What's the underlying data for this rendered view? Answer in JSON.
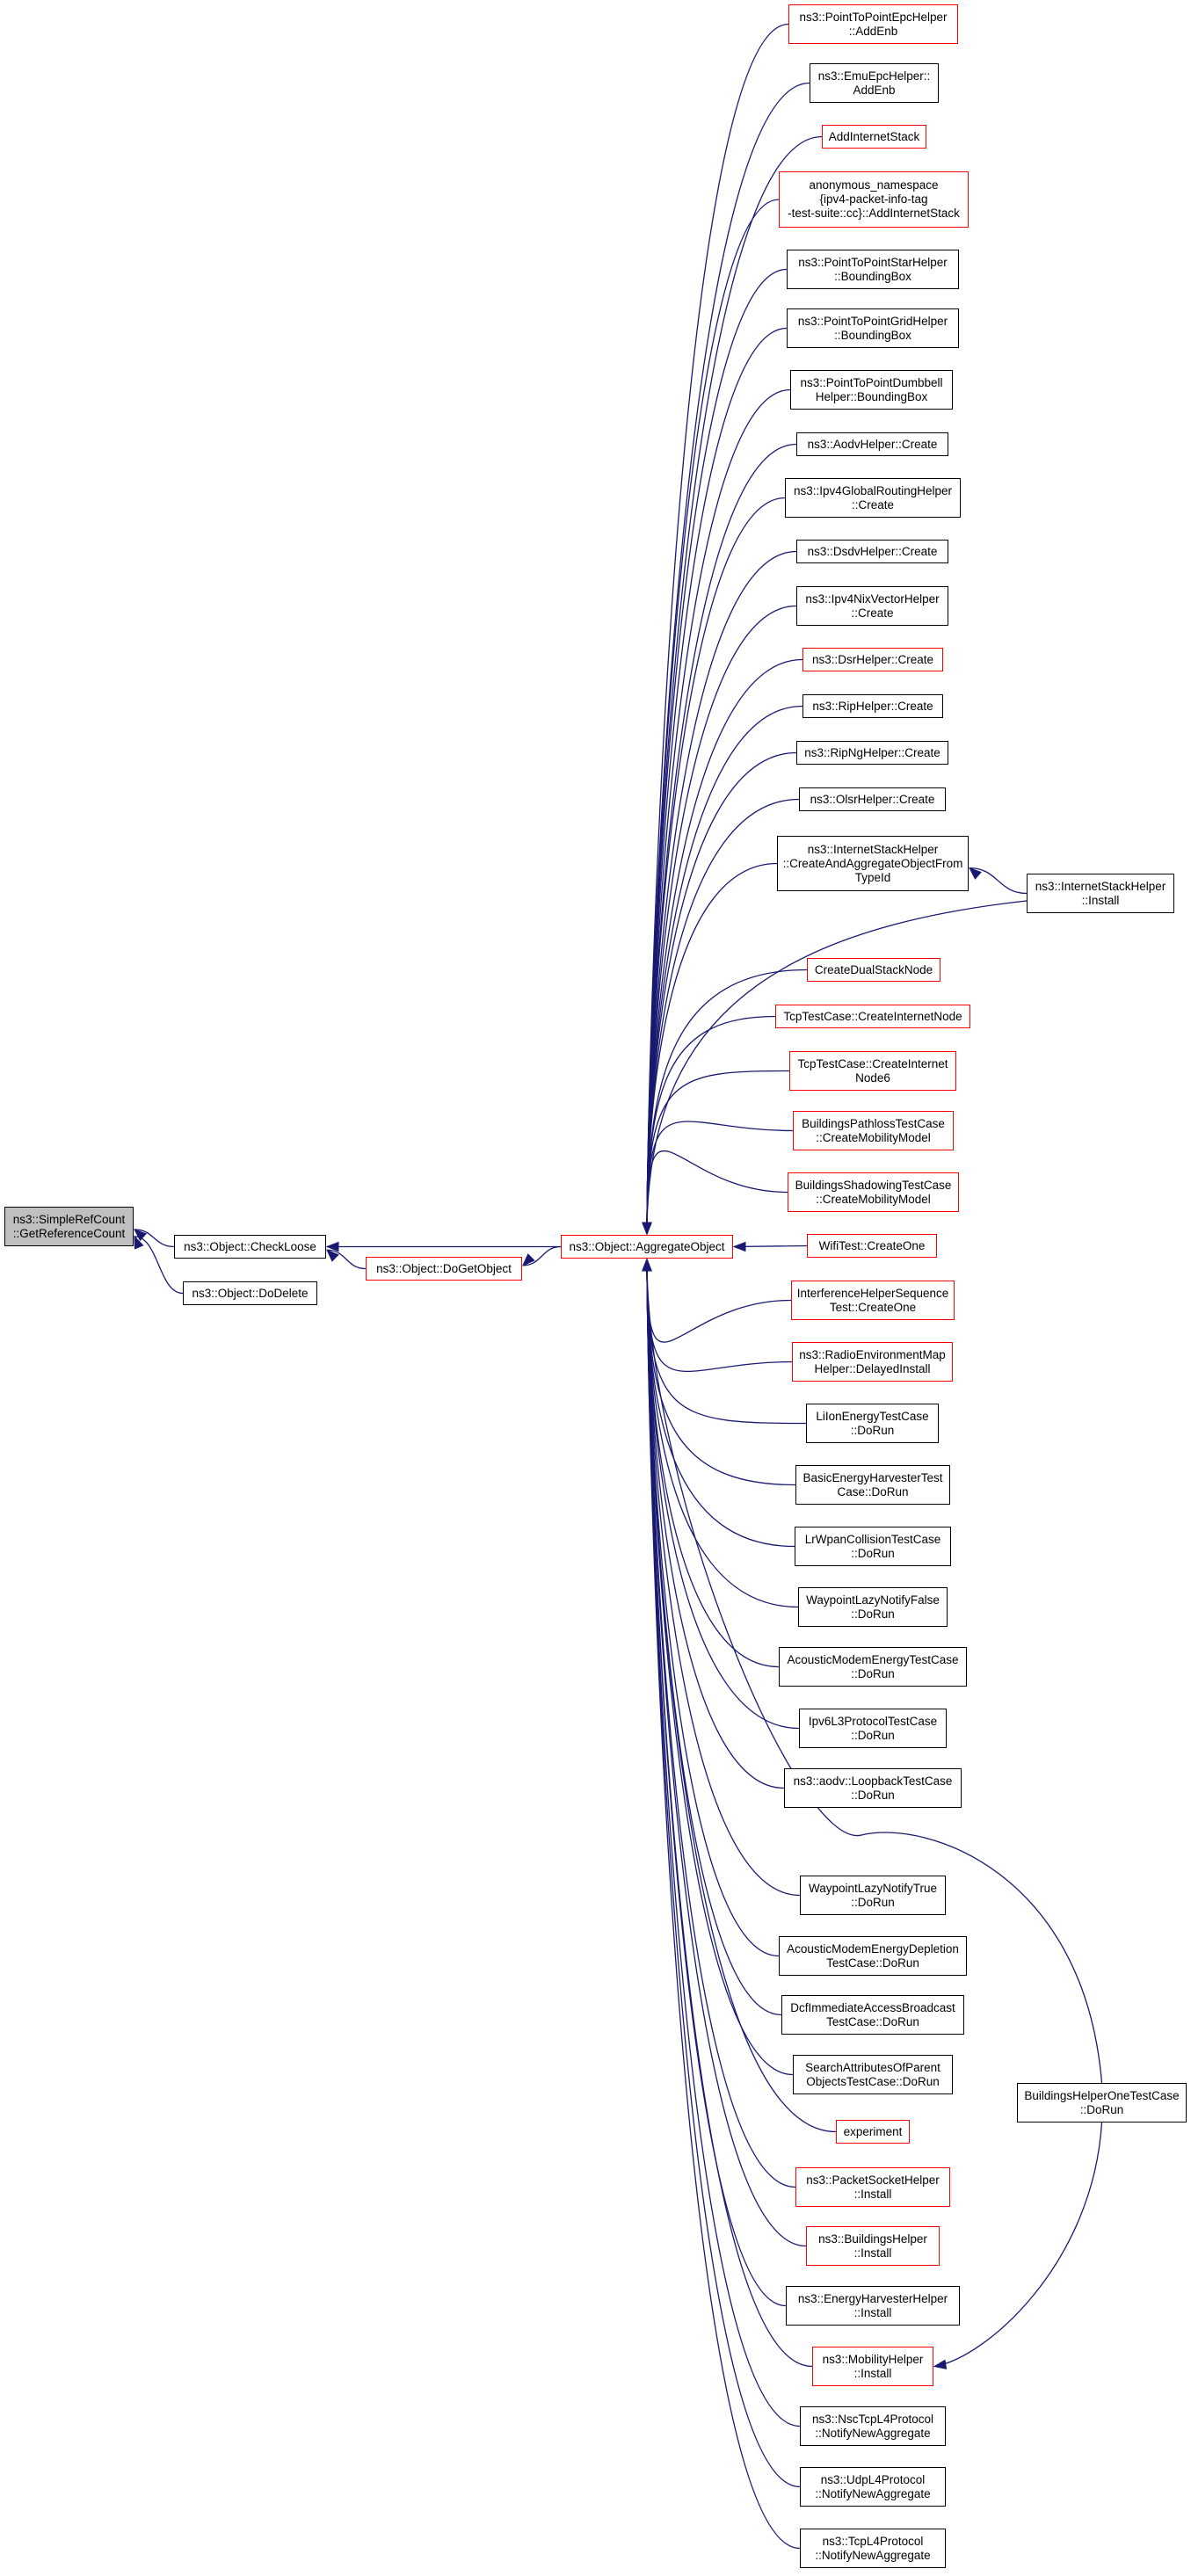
{
  "colors": {
    "edge": "#191970",
    "red_border": "#ff0000",
    "black_border": "#000000",
    "focus_fill": "#bfbfbf"
  },
  "nodes": {
    "getrefcount": {
      "label": "ns3::SimpleRefCount\n::GetReferenceCount",
      "style": "focus"
    },
    "checkloose": {
      "label": "ns3::Object::CheckLoose",
      "style": "black"
    },
    "dodelete": {
      "label": "ns3::Object::DoDelete",
      "style": "black"
    },
    "dogetobject": {
      "label": "ns3::Object::DoGetObject",
      "style": "red"
    },
    "aggregate": {
      "label": "ns3::Object::AggregateObject",
      "style": "red"
    },
    "p2pepc": {
      "label": "ns3::PointToPointEpcHelper\n::AddEnb",
      "style": "red"
    },
    "emuepc": {
      "label": "ns3::EmuEpcHelper::\nAddEnb",
      "style": "black"
    },
    "addinternetstack": {
      "label": "AddInternetStack",
      "style": "red"
    },
    "anon": {
      "label": "anonymous_namespace\n{ipv4-packet-info-tag\n-test-suite::cc}::AddInternetStack",
      "style": "red"
    },
    "p2pstar": {
      "label": "ns3::PointToPointStarHelper\n::BoundingBox",
      "style": "black"
    },
    "p2pgrid": {
      "label": "ns3::PointToPointGridHelper\n::BoundingBox",
      "style": "black"
    },
    "p2pdumbbell": {
      "label": "ns3::PointToPointDumbbell\nHelper::BoundingBox",
      "style": "black"
    },
    "aodvcreate": {
      "label": "ns3::AodvHelper::Create",
      "style": "black"
    },
    "ipv4global": {
      "label": "ns3::Ipv4GlobalRoutingHelper\n::Create",
      "style": "black"
    },
    "dsdvcreate": {
      "label": "ns3::DsdvHelper::Create",
      "style": "black"
    },
    "ipv4nix": {
      "label": "ns3::Ipv4NixVectorHelper\n::Create",
      "style": "black"
    },
    "dsrcreate": {
      "label": "ns3::DsrHelper::Create",
      "style": "red"
    },
    "ripcreate": {
      "label": "ns3::RipHelper::Create",
      "style": "black"
    },
    "ripngcreate": {
      "label": "ns3::RipNgHelper::Create",
      "style": "black"
    },
    "olsrcreate": {
      "label": "ns3::OlsrHelper::Create",
      "style": "black"
    },
    "createaggregate": {
      "label": "ns3::InternetStackHelper\n::CreateAndAggregateObjectFrom\nTypeId",
      "style": "black"
    },
    "internetinstall": {
      "label": "ns3::InternetStackHelper\n::Install",
      "style": "black"
    },
    "createdual": {
      "label": "CreateDualStackNode",
      "style": "red"
    },
    "tcpcreate": {
      "label": "TcpTestCase::CreateInternetNode",
      "style": "red"
    },
    "tcpcreate6": {
      "label": "TcpTestCase::CreateInternet\nNode6",
      "style": "red"
    },
    "pathloss": {
      "label": "BuildingsPathlossTestCase\n::CreateMobilityModel",
      "style": "red"
    },
    "shadowing": {
      "label": "BuildingsShadowingTestCase\n::CreateMobilityModel",
      "style": "red"
    },
    "wifitest": {
      "label": "WifiTest::CreateOne",
      "style": "red"
    },
    "interference": {
      "label": "InterferenceHelperSequence\nTest::CreateOne",
      "style": "red"
    },
    "rem": {
      "label": "ns3::RadioEnvironmentMap\nHelper::DelayedInstall",
      "style": "red"
    },
    "liion": {
      "label": "LiIonEnergyTestCase\n::DoRun",
      "style": "black"
    },
    "basicenergy": {
      "label": "BasicEnergyHarvesterTest\nCase::DoRun",
      "style": "black"
    },
    "lrwpan": {
      "label": "LrWpanCollisionTestCase\n::DoRun",
      "style": "black"
    },
    "waypointfalse": {
      "label": "WaypointLazyNotifyFalse\n::DoRun",
      "style": "black"
    },
    "acousticmodem": {
      "label": "AcousticModemEnergyTestCase\n::DoRun",
      "style": "black"
    },
    "ipv6l3": {
      "label": "Ipv6L3ProtocolTestCase\n::DoRun",
      "style": "black"
    },
    "aodvloopback": {
      "label": "ns3::aodv::LoopbackTestCase\n::DoRun",
      "style": "black"
    },
    "waypointtrue": {
      "label": "WaypointLazyNotifyTrue\n::DoRun",
      "style": "black"
    },
    "acousticdepletion": {
      "label": "AcousticModemEnergyDepletion\nTestCase::DoRun",
      "style": "black"
    },
    "dcfimmediate": {
      "label": "DcfImmediateAccessBroadcast\nTestCase::DoRun",
      "style": "black"
    },
    "searchattributes": {
      "label": "SearchAttributesOfParent\nObjectsTestCase::DoRun",
      "style": "black"
    },
    "experiment": {
      "label": "experiment",
      "style": "red"
    },
    "packetsocket": {
      "label": "ns3::PacketSocketHelper\n::Install",
      "style": "red"
    },
    "buildingsinstall": {
      "label": "ns3::BuildingsHelper\n::Install",
      "style": "red"
    },
    "energyharvester": {
      "label": "ns3::EnergyHarvesterHelper\n::Install",
      "style": "black"
    },
    "mobilityinstall": {
      "label": "ns3::MobilityHelper\n::Install",
      "style": "red"
    },
    "buildingsone": {
      "label": "BuildingsHelperOneTestCase\n::DoRun",
      "style": "black"
    },
    "nsctcp": {
      "label": "ns3::NscTcpL4Protocol\n::NotifyNewAggregate",
      "style": "black"
    },
    "udpl4": {
      "label": "ns3::UdpL4Protocol\n::NotifyNewAggregate",
      "style": "black"
    },
    "tcpl4": {
      "label": "ns3::TcpL4Protocol\n::NotifyNewAggregate",
      "style": "black"
    }
  }
}
